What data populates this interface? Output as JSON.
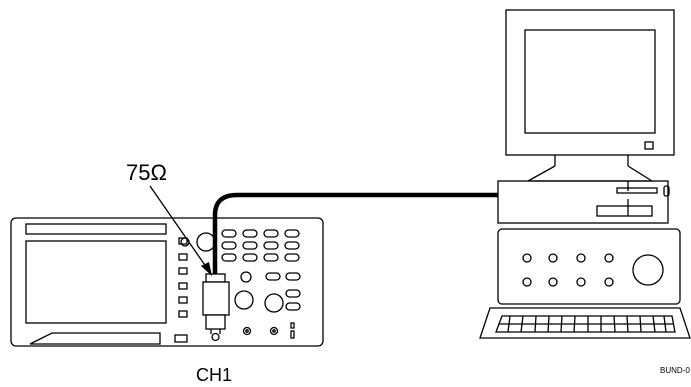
{
  "labels": {
    "impedance": "75Ω",
    "channel": "CH1",
    "figure_code": "BUND-0"
  },
  "colors": {
    "line": "#000000",
    "background": "#ffffff"
  }
}
